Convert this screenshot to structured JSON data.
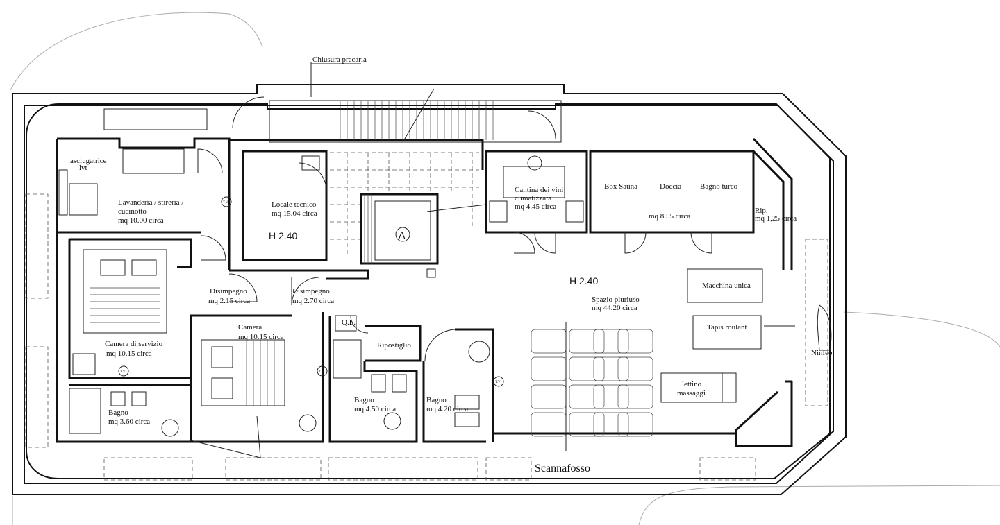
{
  "annotations": {
    "chiusura": "Chiusura precaria",
    "scannafosso": "Scannafosso",
    "ninfeo": "Ninfeo",
    "qe": "Q.E.",
    "tv": "T.V",
    "stair_symbol": "A"
  },
  "heights": {
    "h1": "H 2.40",
    "h2": "H 2.40"
  },
  "rooms": {
    "asciugatrice": {
      "line1": "asciugatrice",
      "line2": "lvt"
    },
    "lavanderia": {
      "line1": "Lavanderia / stireria /",
      "line2": "cucinotto",
      "area": "mq 10.00 circa"
    },
    "locale_tecnico": {
      "name": "Locale tecnico",
      "area": "mq 15.04 circa"
    },
    "cantina": {
      "line1": "Cantina dei vini",
      "line2": "climatizzata",
      "area": "mq 4.45 circa"
    },
    "box_sauna": {
      "name": "Box Sauna"
    },
    "doccia": {
      "name": "Doccia"
    },
    "bagno_turco": {
      "name": "Bagno turco"
    },
    "sauna_area": {
      "area": "mq 8.55 circa"
    },
    "rip": {
      "name": "Rip.",
      "area": "mq 1,25 circa"
    },
    "disimpegno1": {
      "name": "Disimpegno",
      "area": "mq 2.15 circa"
    },
    "disimpegno2": {
      "name": "Disimpegno",
      "area": "mq 2.70 circa"
    },
    "spazio": {
      "name": "Spazio pluriuso",
      "area": "mq 44.20 circa"
    },
    "camera_servizio": {
      "name": "Camera di servizio",
      "area": "mq 10.15 circa"
    },
    "camera": {
      "name": "Camera",
      "area": "mq 10.15 circa"
    },
    "ripostiglio": {
      "name": "Ripostiglio"
    },
    "bagno1": {
      "name": "Bagno",
      "area": "mq 3.60 circa"
    },
    "bagno2": {
      "name": "Bagno",
      "area": "mq 4.50 circa"
    },
    "bagno3": {
      "name": "Bagno",
      "area": "mq 4.20 circa"
    }
  },
  "equipment": {
    "macchina": "Macchina unica",
    "tapis": "Tapis roulant",
    "lettino1": "lettino",
    "lettino2": "massaggi"
  }
}
